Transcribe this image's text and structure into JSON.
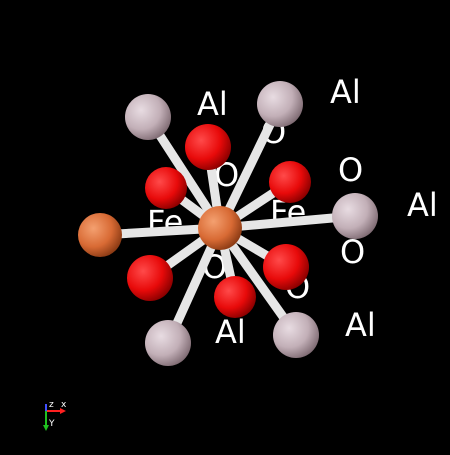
{
  "colors": {
    "background": "#000000",
    "bond": "#e6e6e6",
    "iron": "#e07840",
    "oxygen": "#ff0d0d",
    "aluminium": "#c8b4bc",
    "label": "#ffffff",
    "axis_x": "#ff2020",
    "axis_y": "#20c020",
    "axis_z": "#4050ff"
  },
  "atom_labels": {
    "al_1": "Al",
    "al_2": "Al",
    "al_3": "Al",
    "al_4": "Al",
    "al_5": "Al",
    "fe_1": "Fe",
    "fe_2": "Fe",
    "o_1": "O",
    "o_2": "O",
    "o_3": "O",
    "o_4": "O",
    "o_5": "O",
    "o_6": "O"
  },
  "axes": {
    "x_label": "x",
    "y_label": "Y",
    "z_label": "z"
  }
}
